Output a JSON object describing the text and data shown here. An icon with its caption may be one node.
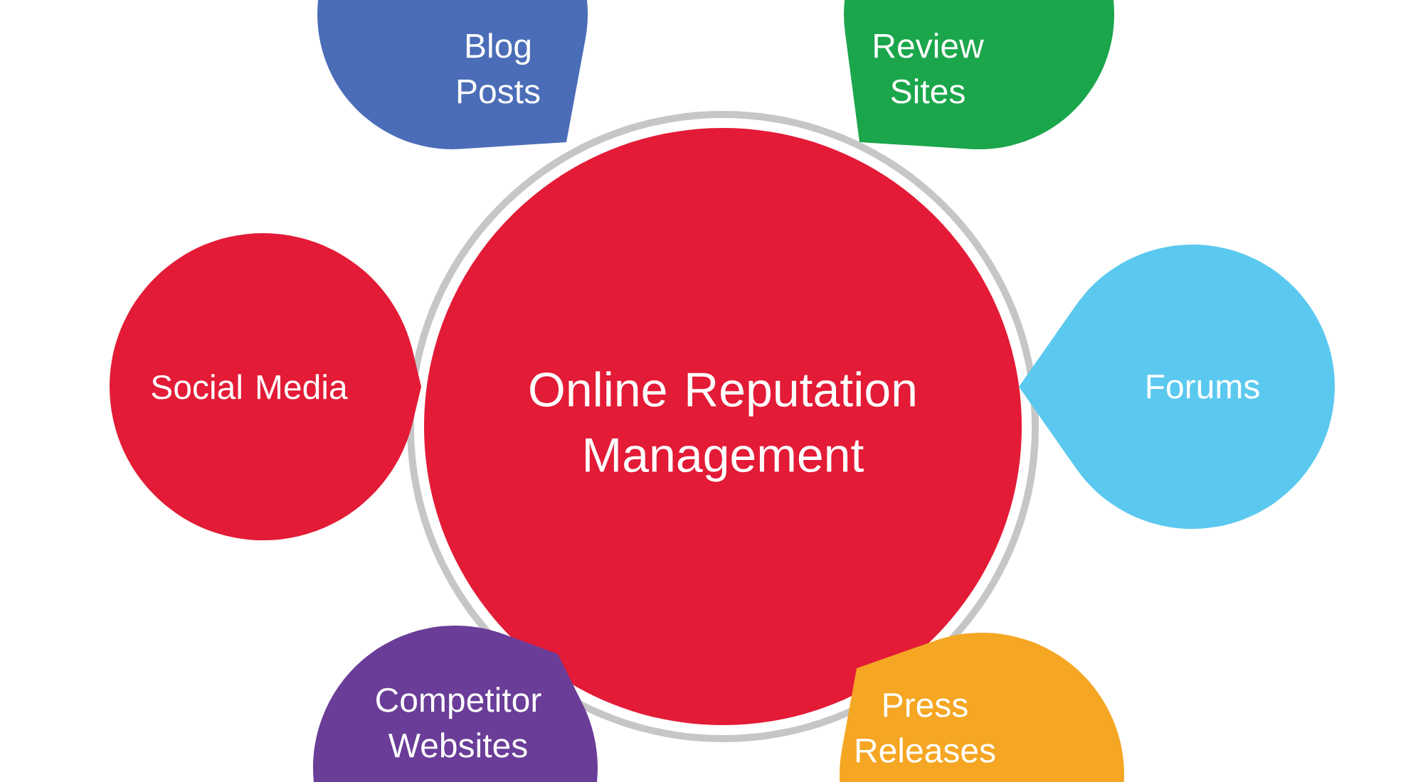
{
  "diagram": {
    "nodes": [
      {
        "text": [
          "Online Reputation Management"
        ]
      },
      {
        "text": [
          "Blog Posts"
        ]
      },
      {
        "text": [
          "Review Sites"
        ]
      },
      {
        "text": [
          "Social Media"
        ]
      },
      {
        "text": [
          "Forums"
        ]
      },
      {
        "text": [
          "Competitor Websites"
        ]
      },
      {
        "text": [
          "Press Releases"
        ]
      }
    ]
  }
}
